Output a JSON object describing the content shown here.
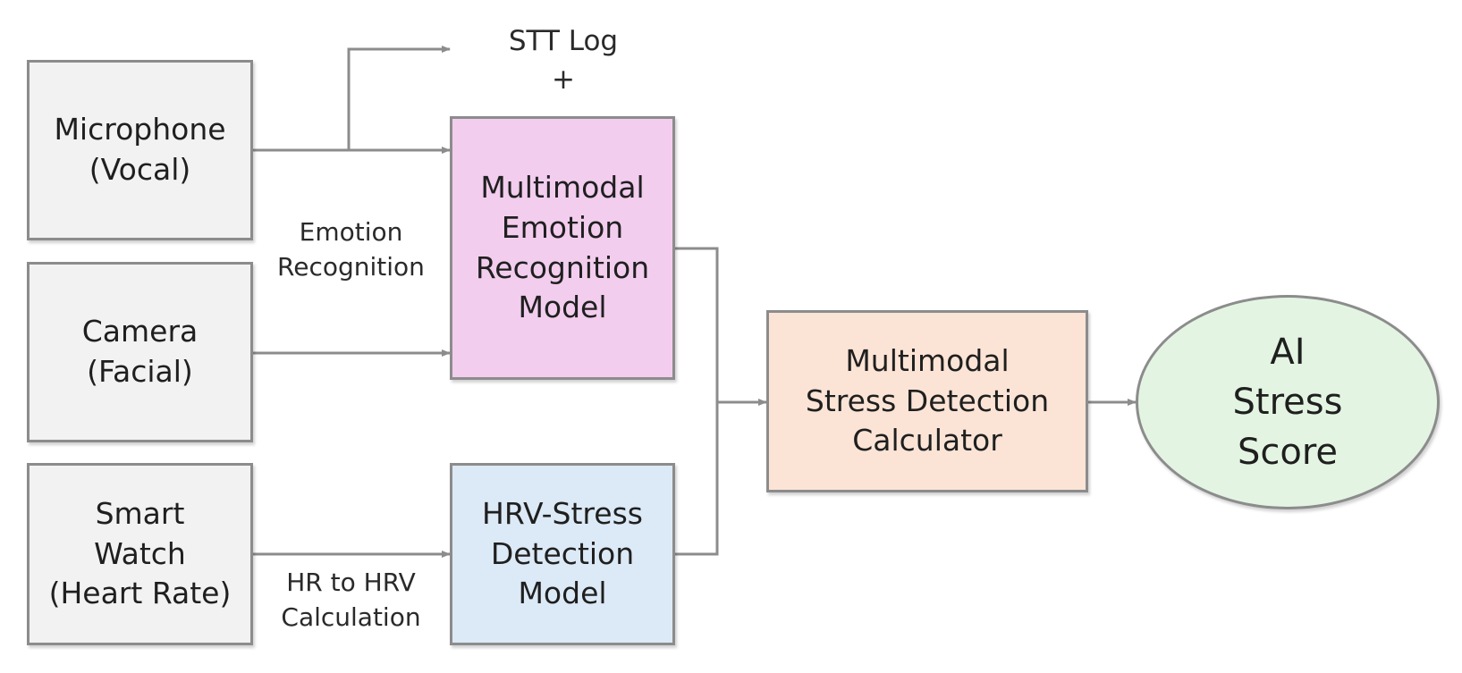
{
  "diagram": {
    "colors": {
      "input_fill": "#f2f2f2",
      "emotion_model_fill": "#f2cdee",
      "hrv_model_fill": "#dce9f6",
      "calculator_fill": "#fbe4d6",
      "score_fill": "#e3f5e2",
      "border": "#8c8c8c",
      "arrow": "#8c8c8c"
    },
    "nodes": {
      "microphone": "Microphone\n(Vocal)",
      "camera": "Camera\n(Facial)",
      "smartwatch": "Smart\nWatch\n(Heart Rate)",
      "emotion_model": "Multimodal\nEmotion\nRecognition\nModel",
      "hrv_model": "HRV-Stress\nDetection\nModel",
      "calculator": "Multimodal\nStress Detection\nCalculator",
      "score": "AI\nStress\nScore"
    },
    "labels": {
      "stt_log": "STT Log\n+",
      "emotion_recognition": "Emotion\nRecognition",
      "hr_to_hrv": "HR to HRV\nCalculation"
    }
  }
}
